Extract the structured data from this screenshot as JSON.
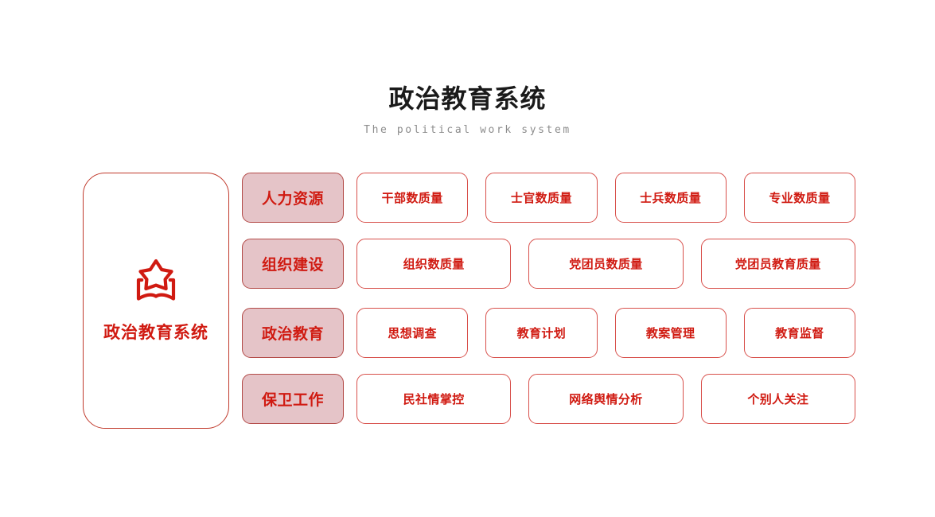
{
  "header": {
    "title": "政治教育系统",
    "subtitle": "The political work system"
  },
  "hero": {
    "label": "政治教育系统",
    "icon": "star-book-icon"
  },
  "colors": {
    "accent_red": "#d01a11",
    "panel_border": "#c0392b",
    "category_fill": "#e5c4c8",
    "category_border": "#b34a47",
    "item_border": "#d8504b",
    "title_text": "#1a1a1a",
    "subtitle_text": "#8c8c8c",
    "background": "#ffffff"
  },
  "rows": [
    {
      "category": "人力资源",
      "items": [
        "干部数质量",
        "士官数质量",
        "士兵数质量",
        "专业数质量"
      ]
    },
    {
      "category": "组织建设",
      "items": [
        "组织数质量",
        "党团员数质量",
        "党团员教育质量"
      ]
    },
    {
      "category": "政治教育",
      "items": [
        "思想调查",
        "教育计划",
        "教案管理",
        "教育监督"
      ]
    },
    {
      "category": "保卫工作",
      "items": [
        "民社情掌控",
        "网络舆情分析",
        "个别人关注"
      ]
    }
  ]
}
